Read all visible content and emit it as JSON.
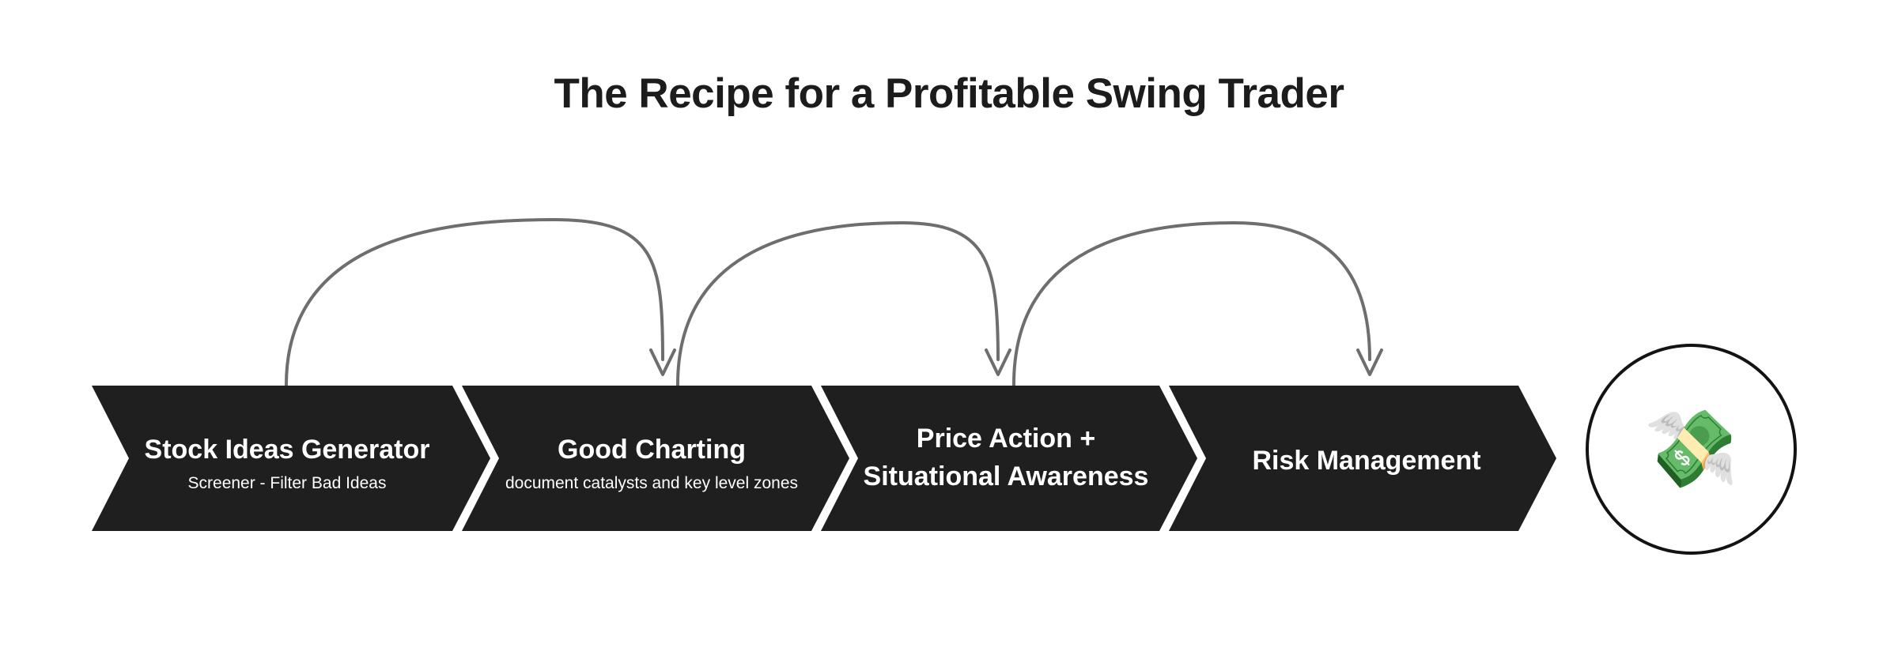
{
  "title": "The Recipe for a Profitable Swing Trader",
  "colors": {
    "background": "#ffffff",
    "chevron_fill": "#1f1f1f",
    "chevron_text": "#ffffff",
    "title_text": "#1c1c1c",
    "arrow": "#6e6e6e",
    "badge_border": "#131313"
  },
  "steps": [
    {
      "index": 1,
      "title": "Stock Ideas Generator",
      "subtitle": "Screener - Filter Bad Ideas"
    },
    {
      "index": 2,
      "title": "Good Charting",
      "subtitle": "document catalysts and key level zones"
    },
    {
      "index": 3,
      "title": "Price Action +",
      "title_line2": "Situational Awareness",
      "subtitle": ""
    },
    {
      "index": 4,
      "title": "Risk Management",
      "subtitle": ""
    }
  ],
  "arrows": [
    {
      "index": 1,
      "from_step": 1,
      "to_step": 2,
      "shape": "curved-arc-arrow"
    },
    {
      "index": 2,
      "from_step": 2,
      "to_step": 3,
      "shape": "curved-arc-arrow"
    },
    {
      "index": 3,
      "from_step": 3,
      "to_step": 4,
      "shape": "curved-arc-arrow"
    }
  ],
  "badge": {
    "icon": "money-with-wings-emoji",
    "glyph": "💸"
  }
}
